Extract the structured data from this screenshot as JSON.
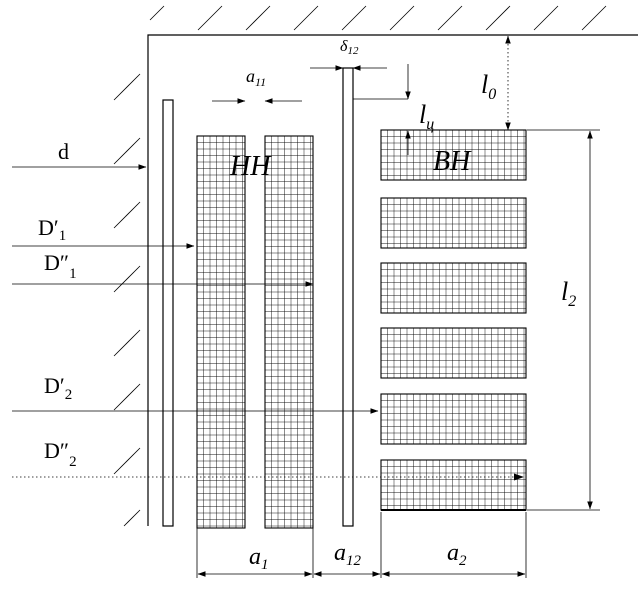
{
  "labels": {
    "d": "d",
    "D1p_main": "D′",
    "D1p_sub": "1",
    "D1pp_main": "D″",
    "D1pp_sub": "1",
    "D2p_main": "D′",
    "D2p_sub": "2",
    "D2pp_main": "D″",
    "D2pp_sub": "2",
    "a11_main": "a",
    "a11_sub": "11",
    "d12_main": "δ",
    "d12_sub": "12",
    "l0_main": "l",
    "l0_sub": "0",
    "lc_main": "l",
    "lc_sub": "ц",
    "l2_main": "l",
    "l2_sub": "2",
    "a1_main": "a",
    "a1_sub": "1",
    "a12_main": "a",
    "a12_sub": "12",
    "a2_main": "a",
    "a2_sub": "2",
    "hh": "НН",
    "bh": "ВН"
  }
}
